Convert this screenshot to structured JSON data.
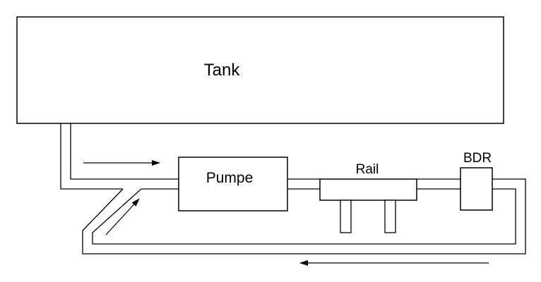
{
  "diagram": {
    "labels": {
      "tank": "Tank",
      "pump": "Pumpe",
      "rail": "Rail",
      "bdr": "BDR"
    },
    "colors": {
      "stroke": "#000000",
      "background": "#ffffff"
    }
  }
}
